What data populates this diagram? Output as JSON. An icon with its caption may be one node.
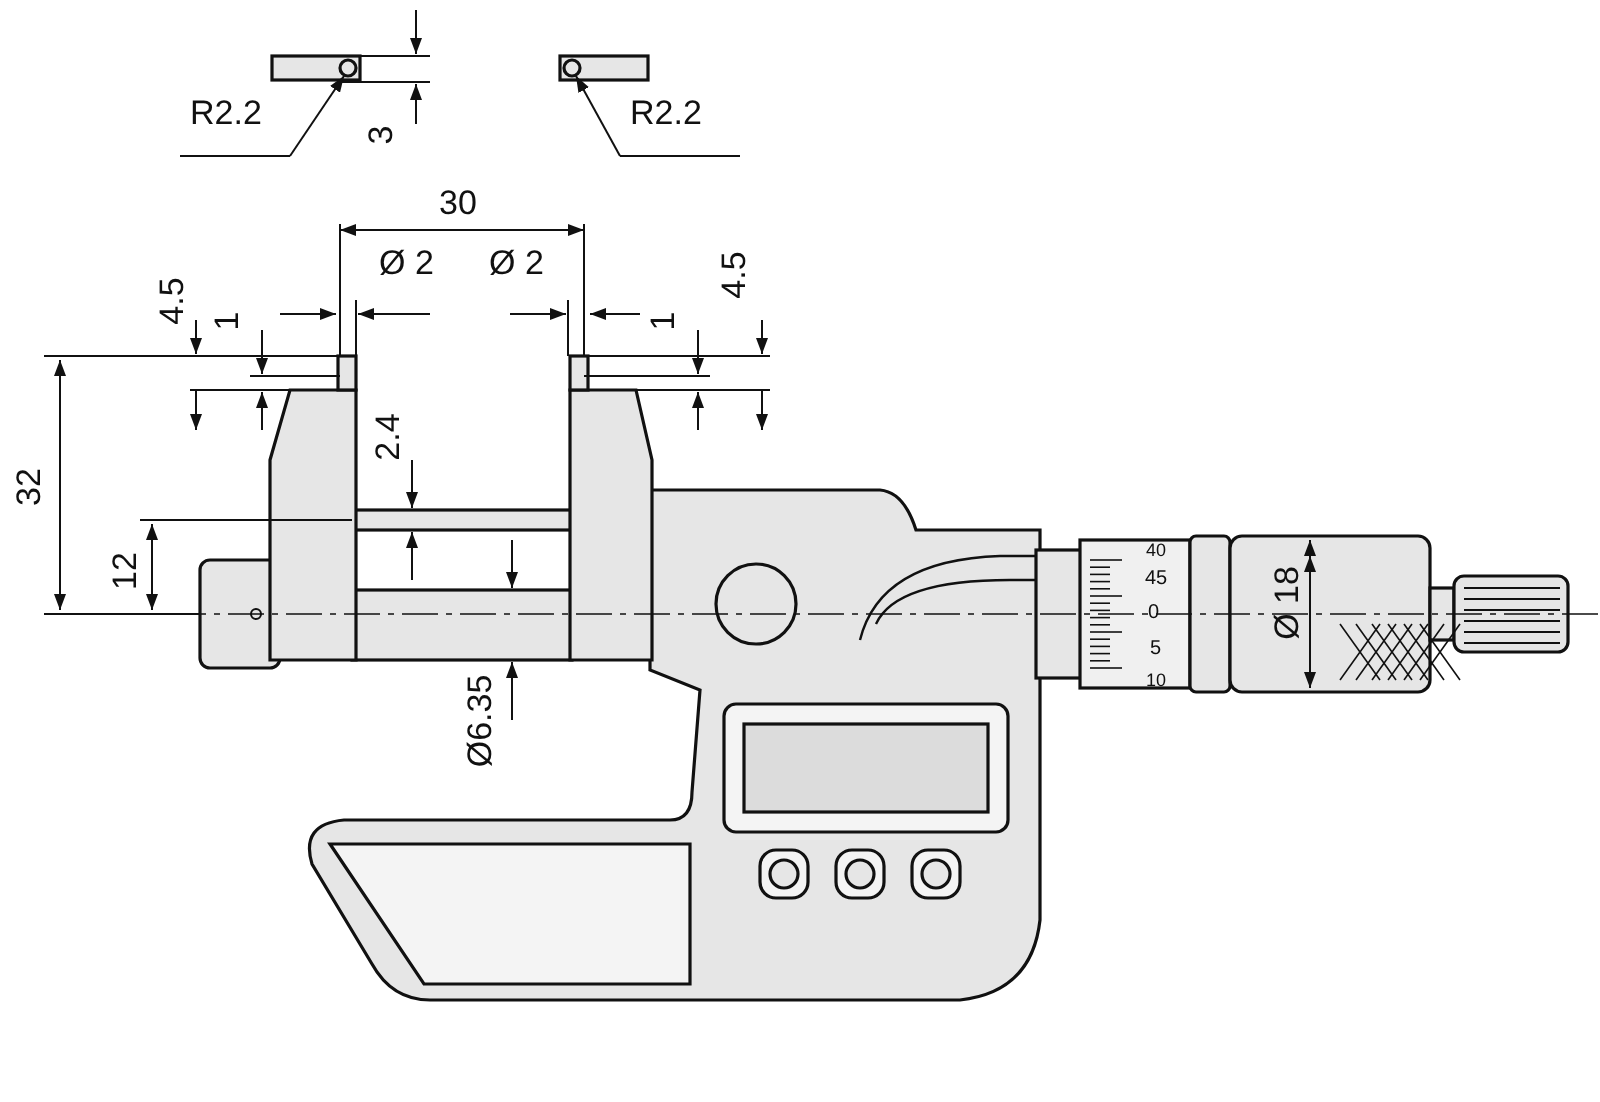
{
  "diagram": {
    "labels": [
      "R2.2",
      "3",
      "R2.2",
      "30",
      "Ø 2",
      "Ø 2",
      "4.5",
      "1",
      "1",
      "4.5",
      "32",
      "2.4",
      "40",
      "45",
      "12",
      "0",
      "Ø 18",
      "5",
      "10",
      "Ø6.35"
    ]
  }
}
